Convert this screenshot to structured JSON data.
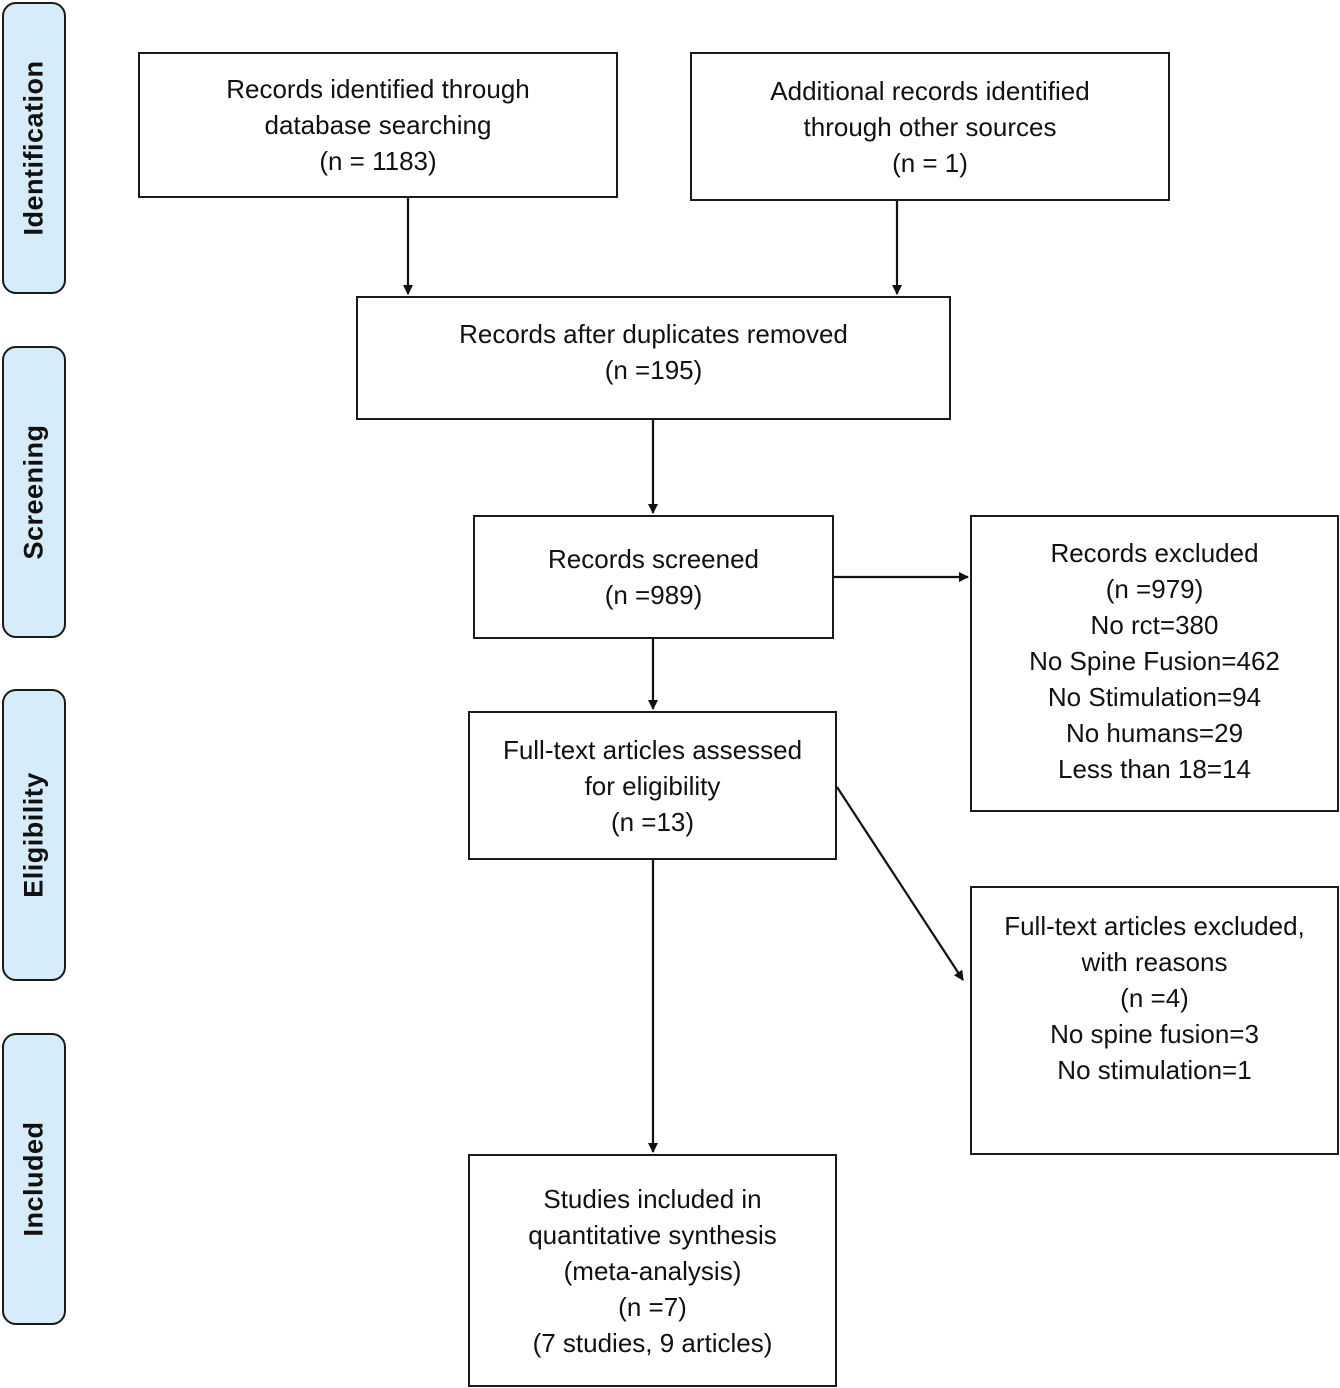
{
  "stages": [
    {
      "id": "identification",
      "label": "Identification"
    },
    {
      "id": "screening",
      "label": "Screening"
    },
    {
      "id": "eligibility",
      "label": "Eligibility"
    },
    {
      "id": "included",
      "label": "Included"
    }
  ],
  "boxes": {
    "database_records": {
      "lines": [
        "Records identified through",
        "database searching",
        "(n = 1183)"
      ]
    },
    "other_sources": {
      "lines": [
        "Additional records identified",
        "through other sources",
        "(n = 1)"
      ]
    },
    "duplicates_removed": {
      "lines": [
        "Records after duplicates removed",
        "(n =195)"
      ]
    },
    "records_screened": {
      "lines": [
        "Records screened",
        "(n =989)"
      ]
    },
    "records_excluded": {
      "lines": [
        "Records excluded",
        "(n =979)",
        "No rct=380",
        "No Spine Fusion=462",
        "No Stimulation=94",
        "No humans=29",
        "Less than 18=14"
      ]
    },
    "fulltext_assessed": {
      "lines": [
        "Full-text articles assessed",
        "for eligibility",
        "(n =13)"
      ]
    },
    "fulltext_excluded": {
      "lines": [
        "Full-text articles excluded,",
        "with reasons",
        "(n =4)",
        "No spine fusion=3",
        "No stimulation=1"
      ]
    },
    "studies_included": {
      "lines": [
        "Studies included in",
        "quantitative synthesis",
        "(meta-analysis)",
        "(n =7)",
        "(7 studies, 9 articles)"
      ]
    }
  }
}
